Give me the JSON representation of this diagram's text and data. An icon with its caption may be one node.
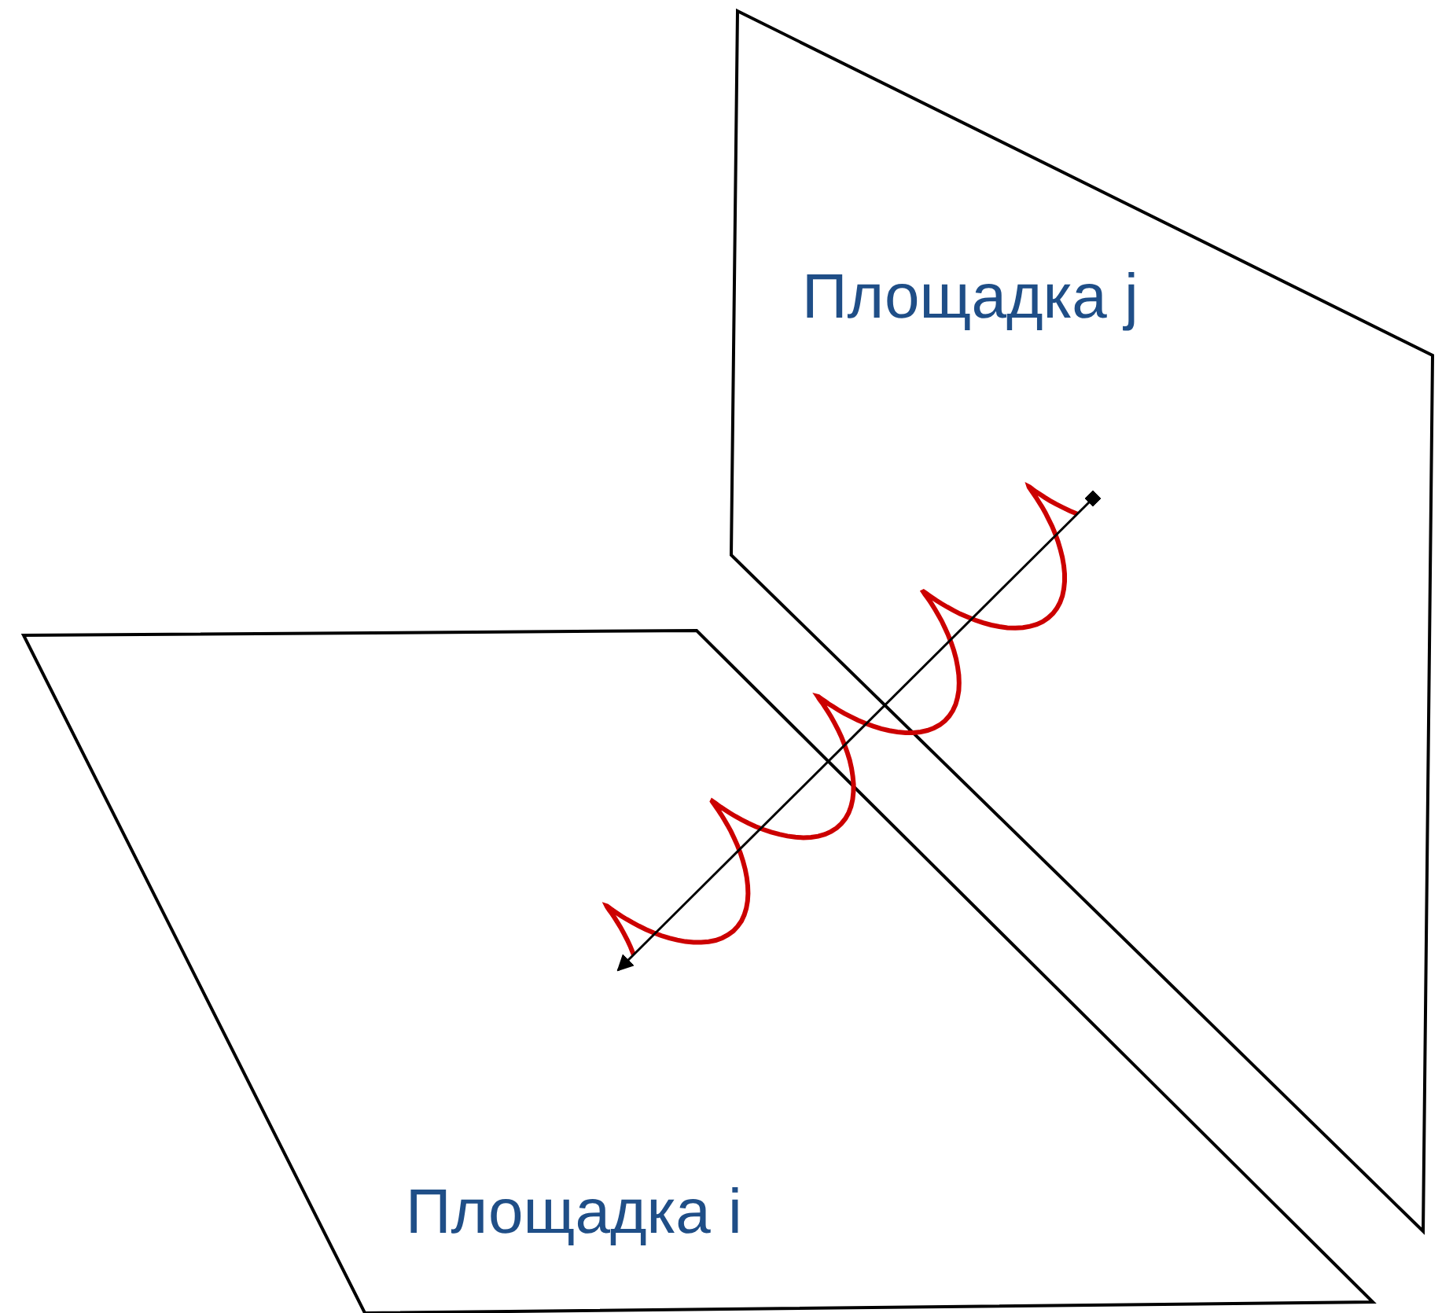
{
  "diagram": {
    "nodes": [
      {
        "text": [
          "Площадка j"
        ]
      },
      {
        "text": [
          "Площадка i"
        ]
      }
    ],
    "edges": [
      {
        "from": 0,
        "to": 1,
        "arrow": "to"
      }
    ]
  }
}
